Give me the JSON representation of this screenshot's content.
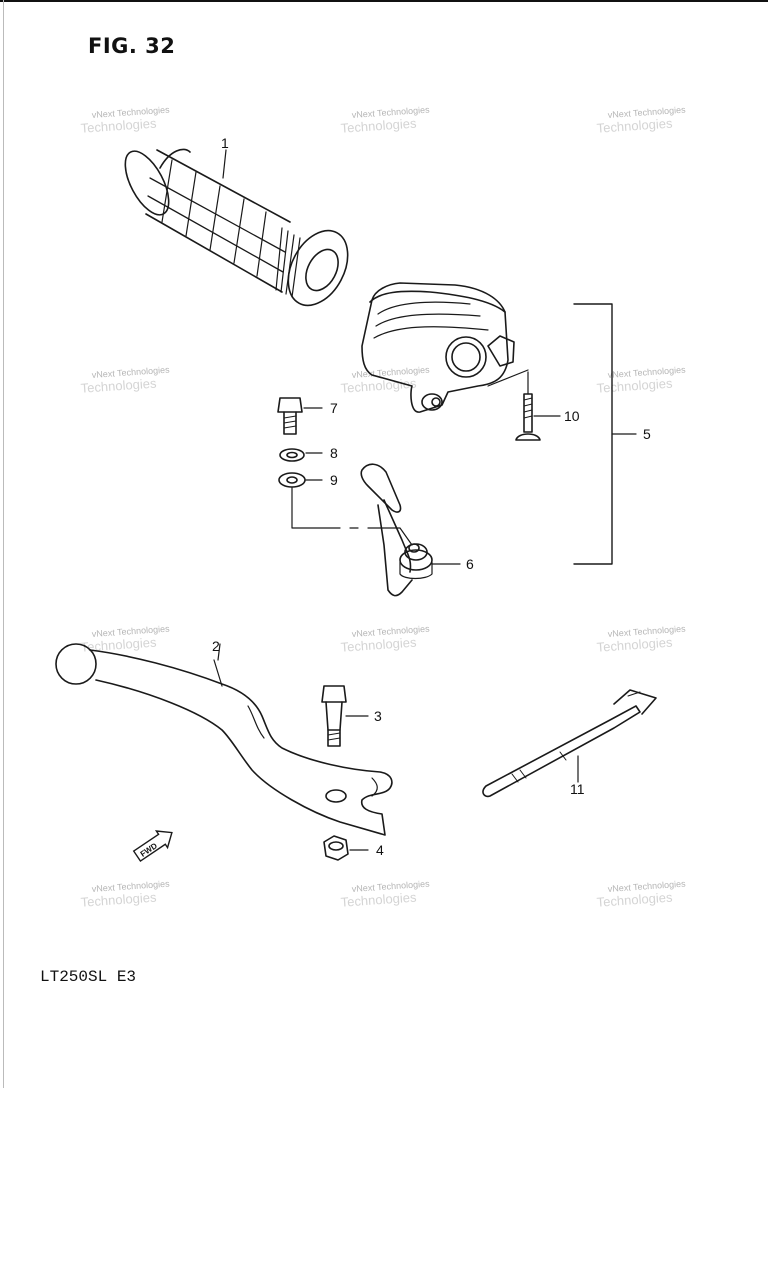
{
  "figure": {
    "title": "FIG. 32"
  },
  "model": {
    "label": "LT250SL  E3"
  },
  "watermark": {
    "text": "vNext Technologies",
    "ghost": "Technologies"
  },
  "direction_marker": {
    "text": "FWD",
    "icon": "fwd-arrow-icon"
  },
  "callouts": [
    {
      "number": "1",
      "part": "grip"
    },
    {
      "number": "2",
      "part": "lever"
    },
    {
      "number": "3",
      "part": "bolt"
    },
    {
      "number": "4",
      "part": "nut"
    },
    {
      "number": "5",
      "part": "holder-assembly"
    },
    {
      "number": "6",
      "part": "choke-lever"
    },
    {
      "number": "7",
      "part": "bolt"
    },
    {
      "number": "8",
      "part": "washer"
    },
    {
      "number": "9",
      "part": "washer"
    },
    {
      "number": "10",
      "part": "screw"
    },
    {
      "number": "11",
      "part": "strap"
    }
  ],
  "colors": {
    "line": "#1a1a1a",
    "background": "#ffffff",
    "watermark": "#b5b5b5"
  }
}
